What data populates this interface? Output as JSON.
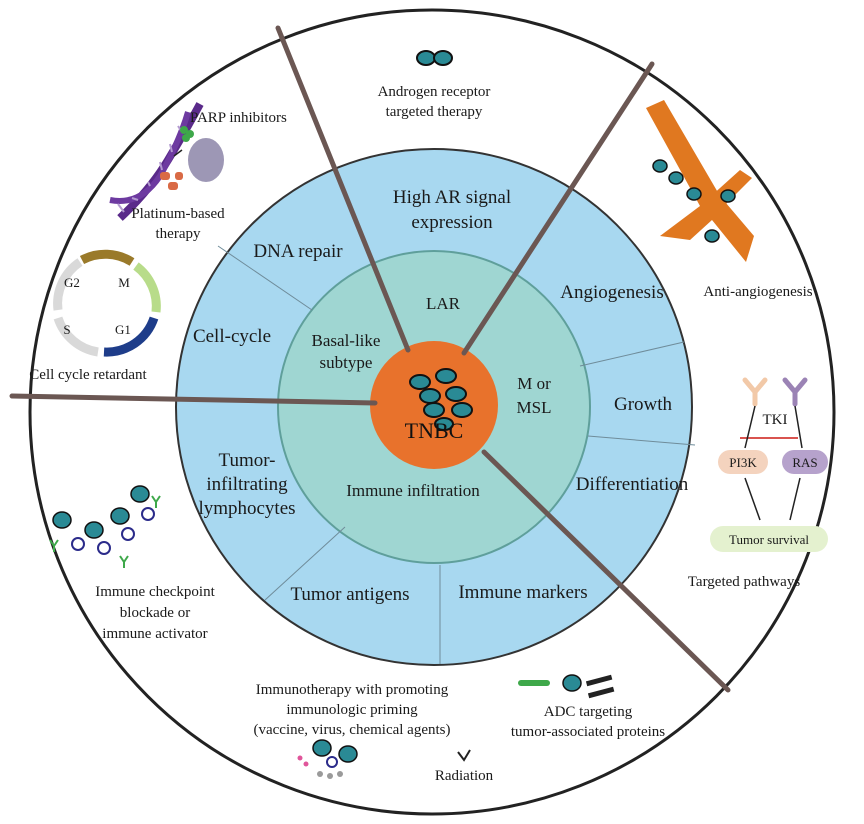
{
  "center": {
    "title": "TNBC"
  },
  "subtypes": {
    "basal_like": [
      "Basal-like",
      "subtype"
    ],
    "lar": "LAR",
    "m_msl": [
      "M or",
      "MSL"
    ],
    "immune": "Immune infiltration"
  },
  "features": {
    "dna_repair": "DNA repair",
    "cell_cycle": "Cell-cycle",
    "high_ar": [
      "High AR signal",
      "expression"
    ],
    "angiogenesis": "Angiogenesis",
    "growth": "Growth",
    "differentiation": "Differentiation",
    "til": [
      "Tumor-",
      "infiltrating",
      "lymphocytes"
    ],
    "tumor_antigens": "Tumor antigens",
    "immune_markers": "Immune markers"
  },
  "therapies": {
    "parp": "PARP inhibitors",
    "platinum": [
      "Platinum-based",
      "therapy"
    ],
    "cell_cycle_retardant": "Cell cycle retardant",
    "androgen": [
      "Androgen receptor",
      "targeted therapy"
    ],
    "anti_angiogenesis": "Anti-angiogenesis",
    "targeted_pathways": "Targeted pathways",
    "checkpoint": [
      "Immune checkpoint",
      "blockade or",
      "immune activator"
    ],
    "immunotherapy": [
      "Immunotherapy with promoting",
      "immunologic priming",
      "(vaccine, virus, chemical agents)"
    ],
    "radiation": "Radiation",
    "adc": [
      "ADC targeting",
      "tumor-associated proteins"
    ]
  },
  "cell_cycle_phases": {
    "g2": "G2",
    "m": "M",
    "g1": "G1",
    "s": "S"
  },
  "pathway": {
    "tki": "TKI",
    "pi3k": "PI3K",
    "ras": "RAS",
    "survival": "Tumor survival"
  },
  "colors": {
    "ring_blue": "#a8d8f0",
    "inner_teal": "#9fd6d2",
    "core_orange": "#e8722c",
    "divider": "#6b5753"
  }
}
